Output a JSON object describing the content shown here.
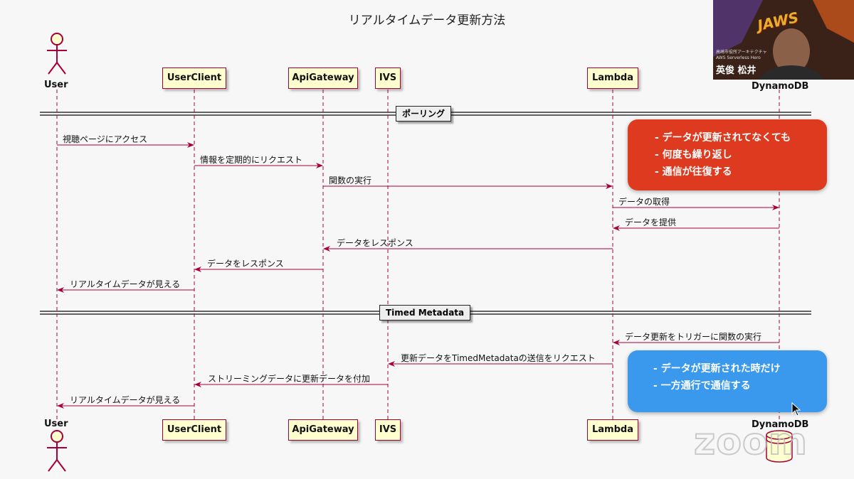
{
  "title": "リアルタイムデータ更新方法",
  "participants": {
    "user": "User",
    "userclient": "UserClient",
    "apigateway": "ApiGateway",
    "ivs": "IVS",
    "lambda": "Lambda",
    "dynamodb": "DynamoDB"
  },
  "sections": {
    "polling": "ポーリング",
    "timed_metadata": "Timed Metadata"
  },
  "messages": {
    "m1": "視聴ページにアクセス",
    "m2": "情報を定期的にリクエスト",
    "m3": "関数の実行",
    "m4": "データの取得",
    "m5": "データを提供",
    "m6": "データをレスポンス",
    "m7": "データをレスポンス",
    "m8": "リアルタイムデータが見える",
    "m9": "データ更新をトリガーに関数の実行",
    "m10": "更新データをTimedMetadataの送信をリクエスト",
    "m11": "ストリーミングデータに更新データを付加",
    "m12": "リアルタイムデータが見える"
  },
  "notes": {
    "red": [
      "- データが更新されてなくても",
      "- 何度も繰り返し",
      "- 通信が往復する"
    ],
    "blue": [
      "- データが更新された時だけ",
      "- 一方通行で通信する"
    ]
  },
  "webcam": {
    "name": "英俊 松井",
    "logo": "JAWS",
    "subtitle_1": "高崎市役所アーキテクチャ",
    "subtitle_2": "AWS Serverless Hero"
  },
  "watermark": "zoom",
  "colors": {
    "participant_fill": "#fefece",
    "participant_border": "#a80036",
    "arrow": "#a80036",
    "note_red": "#de3a1f",
    "note_blue": "#3a99ec"
  }
}
